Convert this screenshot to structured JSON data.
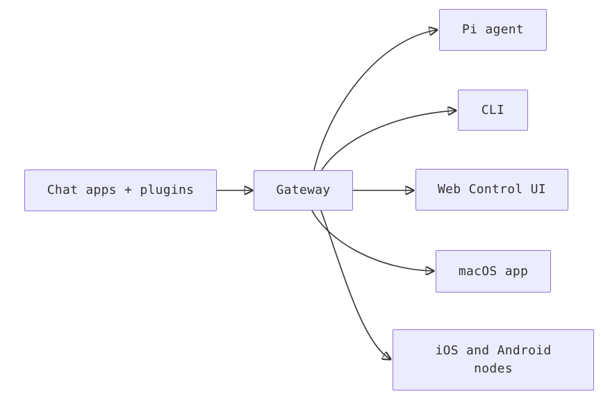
{
  "diagram": {
    "type": "flowchart",
    "direction": "left-to-right",
    "colors": {
      "background": "#ffffff",
      "node_fill": "#ECECFF",
      "node_border": "#9370DB",
      "text": "#333333",
      "edge": "#333333"
    },
    "nodes": [
      {
        "id": "chat-apps-plugins",
        "label": "Chat apps + plugins"
      },
      {
        "id": "gateway",
        "label": "Gateway"
      },
      {
        "id": "pi-agent",
        "label": "Pi agent"
      },
      {
        "id": "cli",
        "label": "CLI"
      },
      {
        "id": "web-control-ui",
        "label": "Web Control UI"
      },
      {
        "id": "macos-app",
        "label": "macOS app"
      },
      {
        "id": "ios-android-nodes",
        "label": "iOS and Android\nnodes"
      }
    ],
    "edges": [
      {
        "from": "Chat apps + plugins",
        "to": "Gateway",
        "style": "straight-arrow"
      },
      {
        "from": "Gateway",
        "to": "Pi agent",
        "style": "curved-arrow"
      },
      {
        "from": "Gateway",
        "to": "CLI",
        "style": "curved-arrow"
      },
      {
        "from": "Gateway",
        "to": "Web Control UI",
        "style": "straight-arrow"
      },
      {
        "from": "Gateway",
        "to": "macOS app",
        "style": "curved-arrow"
      },
      {
        "from": "Gateway",
        "to": "iOS and Android nodes",
        "style": "curved-arrow"
      }
    ]
  }
}
